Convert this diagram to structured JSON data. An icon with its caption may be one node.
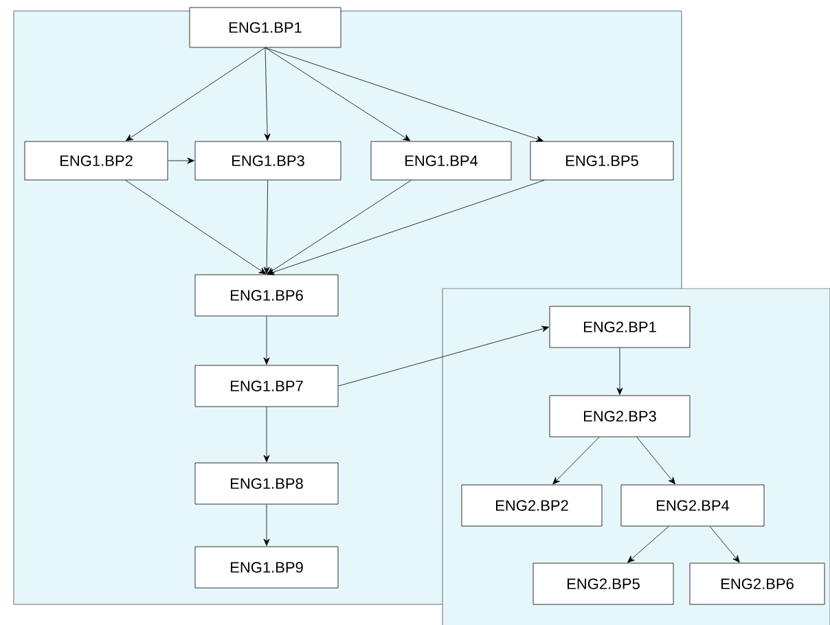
{
  "diagram": {
    "nodes": [
      {
        "text": [],
        "shape": "box"
      },
      {
        "text": [],
        "shape": "box"
      },
      {
        "text": [
          "ENG1.BP1"
        ],
        "in": 0
      },
      {
        "text": [
          "ENG1.BP2"
        ],
        "in": 0
      },
      {
        "text": [
          "ENG1.BP3"
        ],
        "in": 0
      },
      {
        "text": [
          "ENG1.BP4"
        ],
        "in": 0
      },
      {
        "text": [
          "ENG1.BP5"
        ],
        "in": 0
      },
      {
        "text": [
          "ENG1.BP6"
        ],
        "in": 0
      },
      {
        "text": [
          "ENG1.BP7"
        ],
        "in": 0
      },
      {
        "text": [
          "ENG1.BP8"
        ],
        "in": 0
      },
      {
        "text": [
          "ENG1.BP9"
        ],
        "in": 0
      },
      {
        "text": [
          "ENG2.BP1"
        ]
      },
      {
        "text": [
          "ENG2.BP3"
        ]
      },
      {
        "text": [
          "ENG2.BP2"
        ]
      },
      {
        "text": [
          "ENG2.BP4"
        ],
        "in": 1
      },
      {
        "text": [
          "ENG2.BP5"
        ]
      },
      {
        "text": [
          "ENG2.BP6"
        ],
        "in": 1
      }
    ],
    "edges": [
      {
        "from": 2,
        "to": 3,
        "arrow": "to"
      },
      {
        "from": 2,
        "to": 4,
        "arrow": "to"
      },
      {
        "from": 2,
        "to": 5,
        "arrow": "to"
      },
      {
        "from": 2,
        "to": 6,
        "arrow": "to"
      },
      {
        "from": 3,
        "to": 4,
        "arrow": "to"
      },
      {
        "from": 3,
        "to": 7,
        "arrow": "to"
      },
      {
        "from": 4,
        "to": 7,
        "arrow": "to"
      },
      {
        "from": 5,
        "to": 7,
        "arrow": "to"
      },
      {
        "from": 6,
        "to": 7,
        "arrow": "to"
      },
      {
        "from": 7,
        "to": 8,
        "arrow": "to"
      },
      {
        "from": 8,
        "to": 11,
        "arrow": "to"
      },
      {
        "from": 8,
        "to": 9,
        "arrow": "to"
      },
      {
        "from": 9,
        "to": 10,
        "arrow": "to"
      },
      {
        "from": 11,
        "to": 12,
        "arrow": "to"
      },
      {
        "from": 12,
        "to": 13,
        "arrow": "to"
      },
      {
        "from": 12,
        "to": 14,
        "arrow": "to"
      },
      {
        "from": 14,
        "to": 15,
        "arrow": "to"
      },
      {
        "from": 14,
        "to": 16,
        "arrow": "to"
      }
    ]
  }
}
